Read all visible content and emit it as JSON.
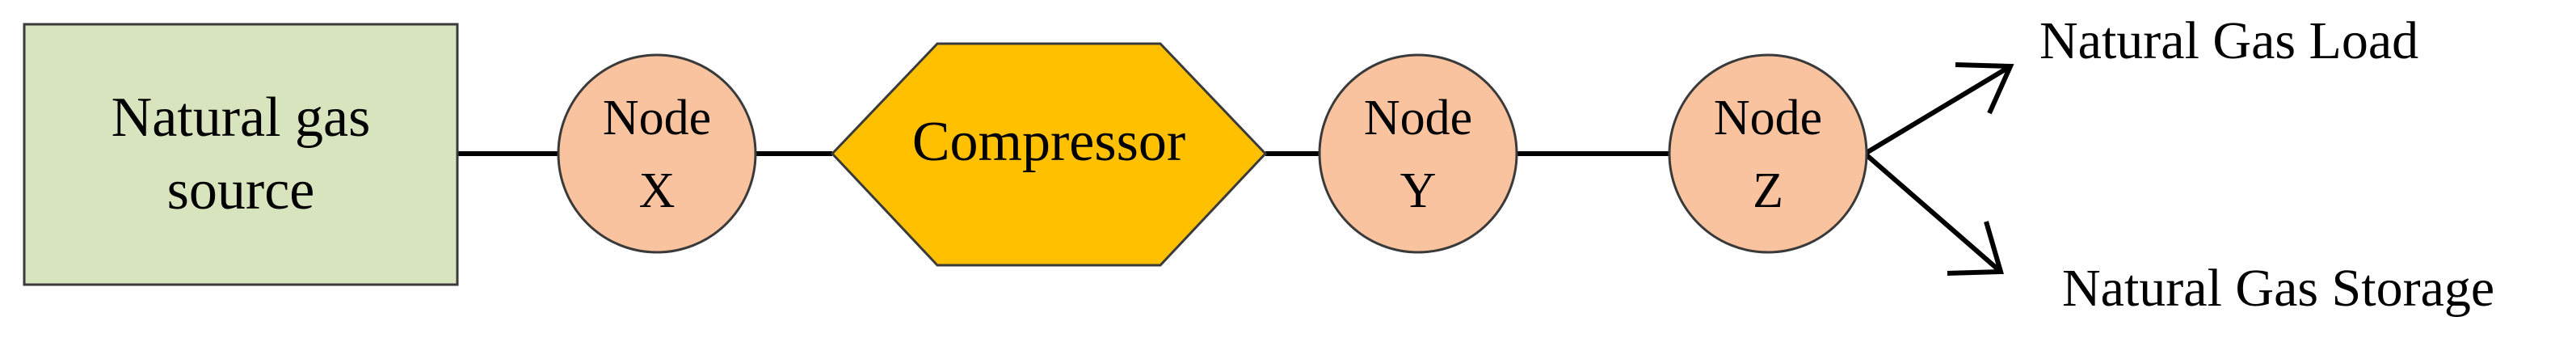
{
  "source": {
    "line1": "Natural gas",
    "line2": "source"
  },
  "node_x": {
    "line1": "Node",
    "line2": "X"
  },
  "compressor": {
    "label": "Compressor"
  },
  "node_y": {
    "line1": "Node",
    "line2": "Y"
  },
  "node_z": {
    "line1": "Node",
    "line2": "Z"
  },
  "outputs": {
    "load": "Natural Gas Load",
    "storage": "Natural Gas Storage"
  },
  "colors": {
    "source_fill": "#d7e4bd",
    "node_fill": "#f8c39e",
    "compressor_fill": "#ffc000",
    "stroke": "#3a3a3a",
    "line": "#000000"
  }
}
